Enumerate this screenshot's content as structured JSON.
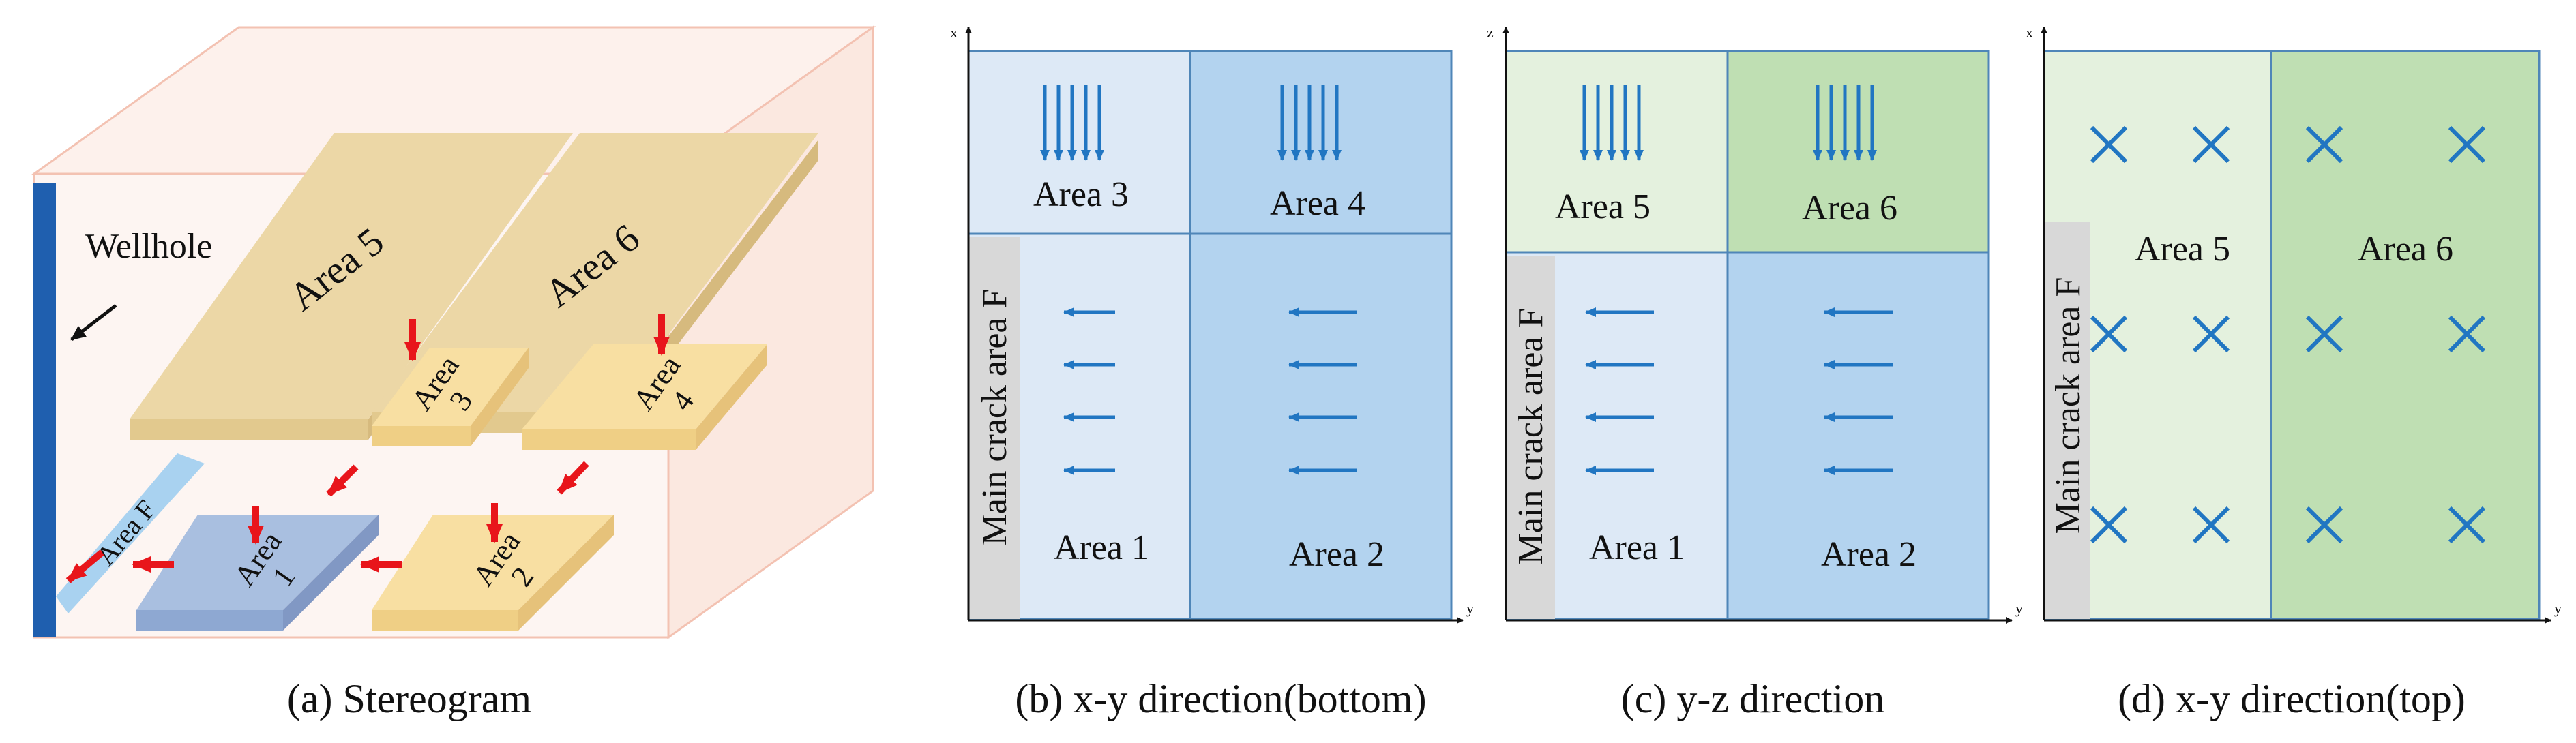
{
  "colors": {
    "light_blue": "#dde9f6",
    "mid_blue": "#b3d3ef",
    "light_green": "#e4f1de",
    "mid_green": "#bfdfb3",
    "border_blue": "#4f86b8",
    "flow_arrow": "#2176c2",
    "red_arrow": "#e8151b",
    "wellhole": "#1f5faf",
    "slab_yellow": "#f8dfa2",
    "slab_tan": "#e9cf98",
    "slab_blue": "#a9bfe0",
    "area_f": "#a9d2f0",
    "crack_gray": "#d8d8d8"
  },
  "panels": {
    "a": {
      "caption": "(a) Stereogram",
      "wellhole": "Wellhole",
      "area5": "Area 5",
      "area6": "Area 6",
      "area3": [
        "Area",
        "3"
      ],
      "area4": [
        "Area",
        "4"
      ],
      "area1": [
        "Area",
        "1"
      ],
      "area2": [
        "Area",
        "2"
      ],
      "areaF": "Area F"
    },
    "b": {
      "caption": "(b) x-y direction(bottom)",
      "axis_x": "x",
      "axis_y": "y",
      "area3": "Area 3",
      "area4": "Area 4",
      "area1": "Area 1",
      "area2": "Area 2",
      "crack": "Main crack area F"
    },
    "c": {
      "caption": "(c) y-z direction",
      "axis_z": "z",
      "axis_y": "y",
      "area5": "Area 5",
      "area6": "Area 6",
      "area1": "Area 1",
      "area2": "Area 2",
      "crack": "Main crack area F"
    },
    "d": {
      "caption": "(d) x-y direction(top)",
      "axis_x": "x",
      "axis_y": "y",
      "area5": "Area 5",
      "area6": "Area 6",
      "crack": "Main crack area F"
    }
  }
}
